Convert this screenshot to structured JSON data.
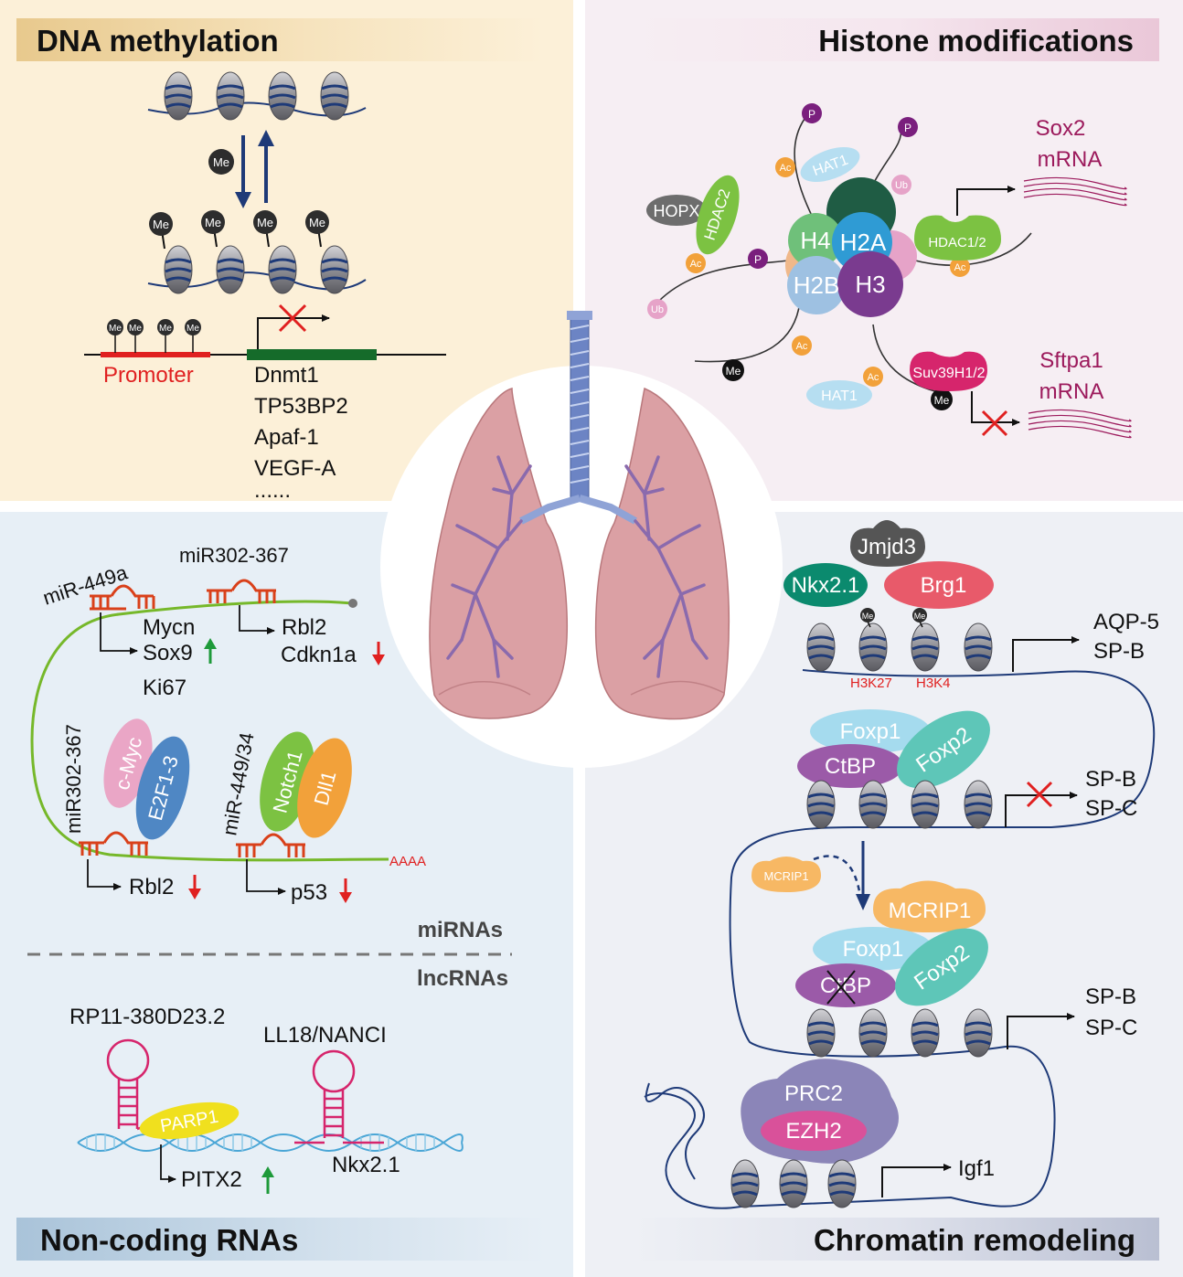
{
  "quadrants": {
    "dna_methylation": {
      "title": "DNA methylation",
      "me_label": "Me",
      "promoter_label": "Promoter",
      "genes": [
        "Dnmt1",
        "TP53BP2",
        "Apaf-1",
        "VEGF-A",
        "......"
      ]
    },
    "histone_modifications": {
      "title": "Histone modifications",
      "histones": [
        "H4",
        "H2A",
        "H2B",
        "H3"
      ],
      "marks": {
        "p": "P",
        "ac": "Ac",
        "ub": "Ub",
        "me": "Me"
      },
      "proteins": {
        "hopx": "HOPX",
        "hdac2": "HDAC2",
        "hat1": "HAT1",
        "hdac12": "HDAC1/2",
        "suv": "Suv39H1/2"
      },
      "targets": [
        {
          "line1": "Sox2",
          "line2": "mRNA"
        },
        {
          "line1": "Sftpa1",
          "line2": "mRNA"
        }
      ]
    },
    "noncoding_rnas": {
      "title": "Non-coding RNAs",
      "mirnas_label": "miRNAs",
      "lncrnas_label": "lncRNAs",
      "mir449a": "miR-449a",
      "mir302_top": "miR302-367",
      "mir302_side": "miR302-367",
      "mir449_34": "miR-449/34",
      "targets_449a": [
        "Mycn",
        "Sox9",
        "Ki67"
      ],
      "targets_302_top": [
        "Rbl2",
        "Cdkn1a"
      ],
      "cmyc": "c-Myc",
      "e2f13": "E2F1-3",
      "notch1": "Notch1",
      "dll1": "Dll1",
      "polya": "AAAA",
      "rbl2": "Rbl2",
      "p53": "p53",
      "rp11": "RP11-380D23.2",
      "ll18": "LL18/NANCI",
      "parp1": "PARP1",
      "pitx2": "PITX2",
      "nkx21": "Nkx2.1"
    },
    "chromatin_remodeling": {
      "title": "Chromatin remodeling",
      "jmjd3": "Jmjd3",
      "nkx21": "Nkx2.1",
      "brg1": "Brg1",
      "me_label": "Me",
      "h3k27": "H3K27",
      "h3k4": "H3K4",
      "targets1": [
        "AQP-5",
        "SP-B"
      ],
      "foxp1": "Foxp1",
      "foxp2": "Foxp2",
      "ctbp": "CtBP",
      "targets2": [
        "SP-B",
        "SP-C"
      ],
      "mcrip1_small": "MCRIP1",
      "mcrip1_big": "MCRIP1",
      "targets3": [
        "SP-B",
        "SP-C"
      ],
      "prc2": "PRC2",
      "ezh2": "EZH2",
      "igf1": "Igf1"
    }
  },
  "colors": {
    "dna_bg": "#fcf0d8",
    "histone_bg": "#f6eef3",
    "ncrna_bg": "#e7eff6",
    "chromatin_bg": "#eef0f5",
    "dna_navy": "#1e3a78",
    "red": "#e02020",
    "green_gene": "#156b2a",
    "rna_green": "#76b82a",
    "stem_red": "#d9401a",
    "magenta_text": "#9c1a5c",
    "arrow_up": "#1e9a3a",
    "arrow_down": "#e02020"
  }
}
